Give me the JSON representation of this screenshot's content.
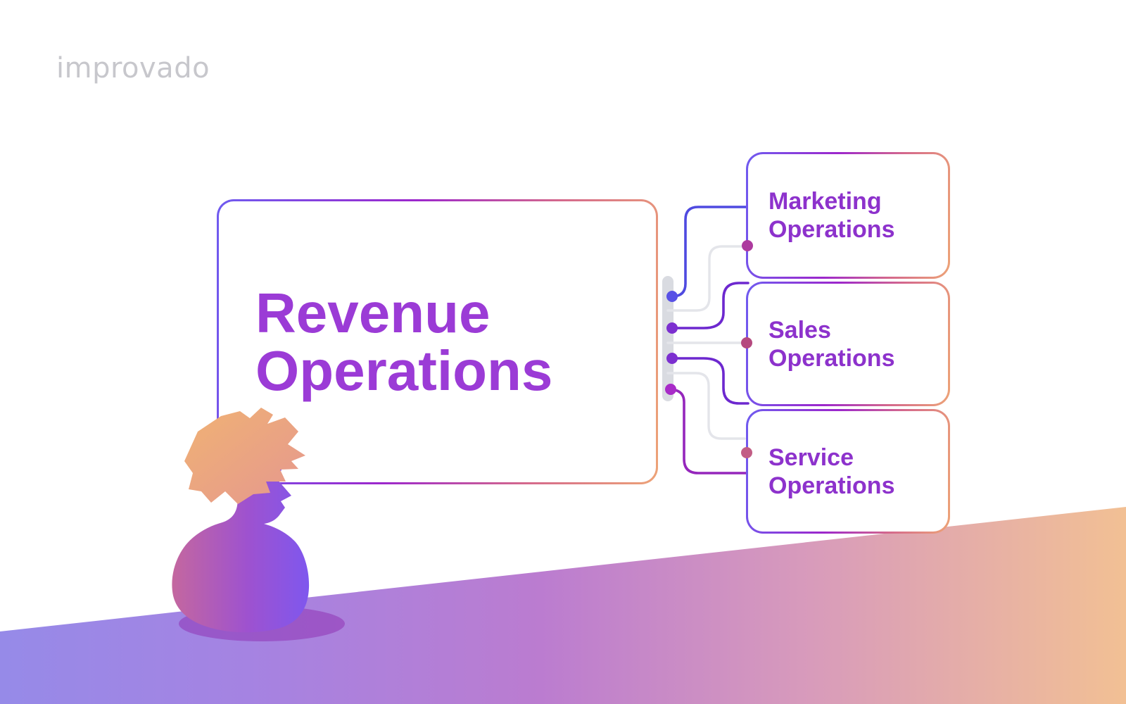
{
  "logo": {
    "text": "improvado"
  },
  "diagram": {
    "root": {
      "label": "Revenue Operations",
      "line1": "Revenue",
      "line2": "Operations"
    },
    "children": [
      {
        "label": "Marketing Operations",
        "line1": "Marketing",
        "line2": "Operations"
      },
      {
        "label": "Sales Operations",
        "line1": "Sales",
        "line2": "Operations"
      },
      {
        "label": "Service Operations",
        "line1": "Service",
        "line2": "Operations"
      }
    ]
  },
  "colors": {
    "title_text": "#9b3bd6",
    "child_text": "#8d32cc",
    "logo_text": "#c7c7cc",
    "connector_blue": "#4f4ae0",
    "connector_purple": "#6d28cf",
    "connector_magenta": "#9526bc",
    "connector_gray": "#e4e5ea",
    "connector_bar": "#d9dbe1",
    "dot_blue": "#5851e6",
    "dot_purple": "#7c2fd0",
    "dot_magenta": "#a82bc8",
    "dot_pink": "#b5497f",
    "border_gradient_start": "#6f5bf0",
    "border_gradient_mid": "#9c27cc",
    "border_gradient_end": "#eda377",
    "band_gradient_start": "#968ae8",
    "band_gradient_end": "#f2c094"
  }
}
